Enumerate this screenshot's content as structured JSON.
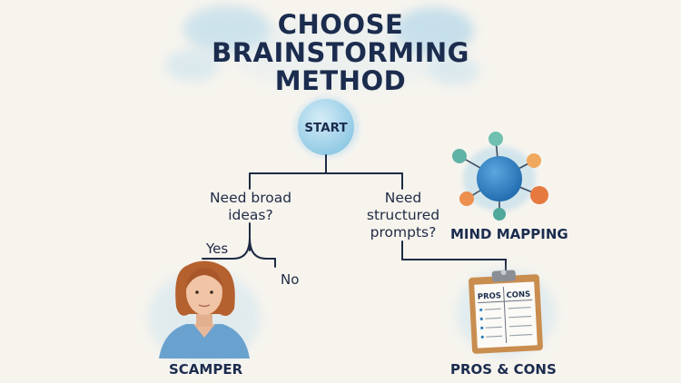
{
  "title": {
    "line1": "CHOOSE",
    "line2": "BRAINSTORMING",
    "line3": "METHOD"
  },
  "start": {
    "label": "START"
  },
  "questions": {
    "broad": {
      "line1": "Need broad",
      "line2": "ideas?"
    },
    "structured": {
      "line1": "Need",
      "line2": "structured",
      "line3": "prompts?"
    }
  },
  "answers": {
    "yes": "Yes",
    "no": "No"
  },
  "outcomes": {
    "scamper": "SCAMPER",
    "mind_mapping": "MIND MAPPING",
    "pros_cons": "PROS & CONS"
  },
  "clipboard": {
    "col1": "PROS",
    "col2": "CONS"
  },
  "colors": {
    "ink": "#1b2c4e",
    "watercolor_blue": "#8fc6e4",
    "node_blue": "#2f7fc0",
    "node_teal": "#5fb3a6",
    "node_orange": "#e98a4a",
    "clipboard_wood": "#c98d4f"
  }
}
